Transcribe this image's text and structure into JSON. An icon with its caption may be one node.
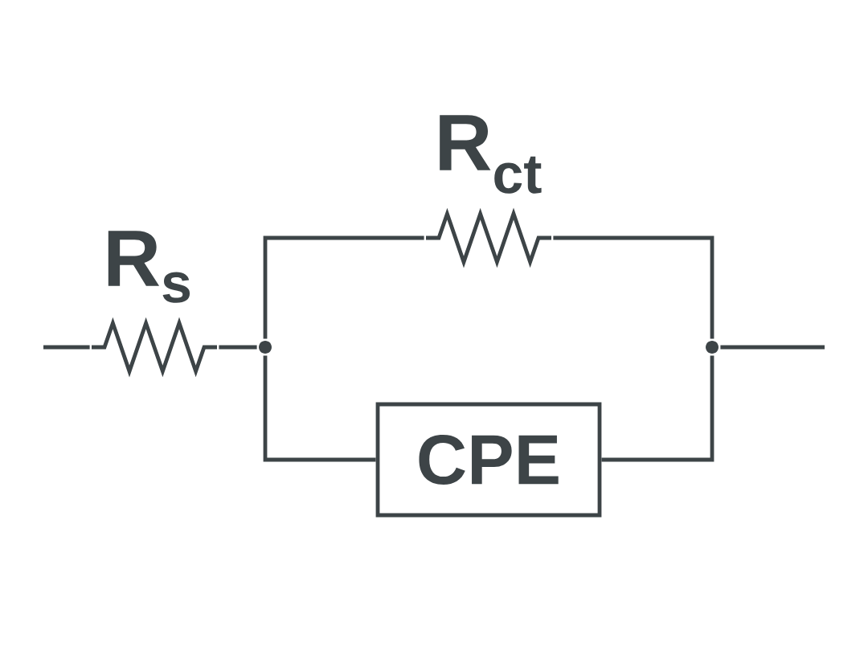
{
  "diagram": {
    "nodes": [
      {
        "text": [],
        "shape": "resistor",
        "beside": [
          "R$_{s}$"
        ]
      },
      {
        "text": [],
        "shape": "circle"
      },
      {
        "text": [],
        "shape": "resistor",
        "beside": [
          "R$_{ct}$"
        ]
      },
      {
        "text": [
          "CPE"
        ]
      },
      {
        "text": [],
        "shape": "circle"
      }
    ],
    "edges": [
      {
        "from": null,
        "to": 0,
        "arrow": "none"
      },
      {
        "from": 0,
        "to": 1,
        "arrow": "none"
      },
      {
        "from": 1,
        "to": 2,
        "arrow": "none"
      },
      {
        "from": 1,
        "to": 3,
        "arrow": "none"
      },
      {
        "from": 2,
        "to": 4,
        "arrow": "none"
      },
      {
        "from": 3,
        "to": 4,
        "arrow": "none"
      },
      {
        "from": 4,
        "to": null,
        "arrow": "none"
      }
    ]
  }
}
